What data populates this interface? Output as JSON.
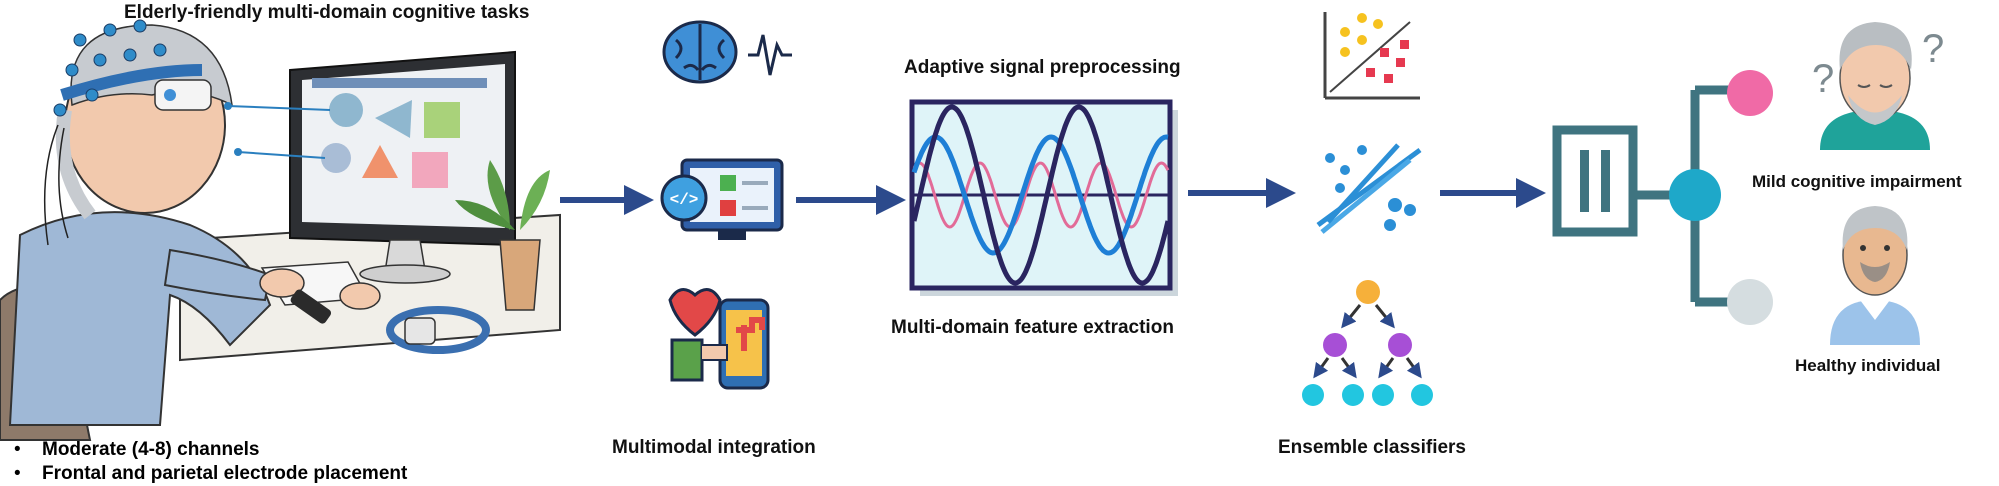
{
  "task_title": "Elderly-friendly multi-domain cognitive tasks",
  "acquisition_bullets": [
    "Moderate (4-8) channels",
    "Frontal and parietal electrode placement"
  ],
  "integration_label": "Multimodal integration",
  "preprocessing_label": "Adaptive signal preprocessing",
  "feature_label": "Multi-domain feature extraction",
  "classifier_label": "Ensemble classifiers",
  "outcomes": {
    "mci_label": "Mild cognitive impairment",
    "healthy_label": "Healthy individual"
  },
  "colors": {
    "arrow": "#2c4a8c",
    "tree": "#3f7480",
    "mci_node": "#f06aa6",
    "hub_node": "#1ea8c9",
    "healthy_node": "#d5dde0",
    "wave_dark": "#2a2560",
    "wave_blue": "#1e7fd6",
    "wave_pink": "#e26b98"
  },
  "icons": [
    "brain-wave-icon",
    "code-checklist-icon",
    "health-app-icon",
    "scatter-plot-icon",
    "regression-icon",
    "decision-tree-icon",
    "classifier-icon"
  ]
}
